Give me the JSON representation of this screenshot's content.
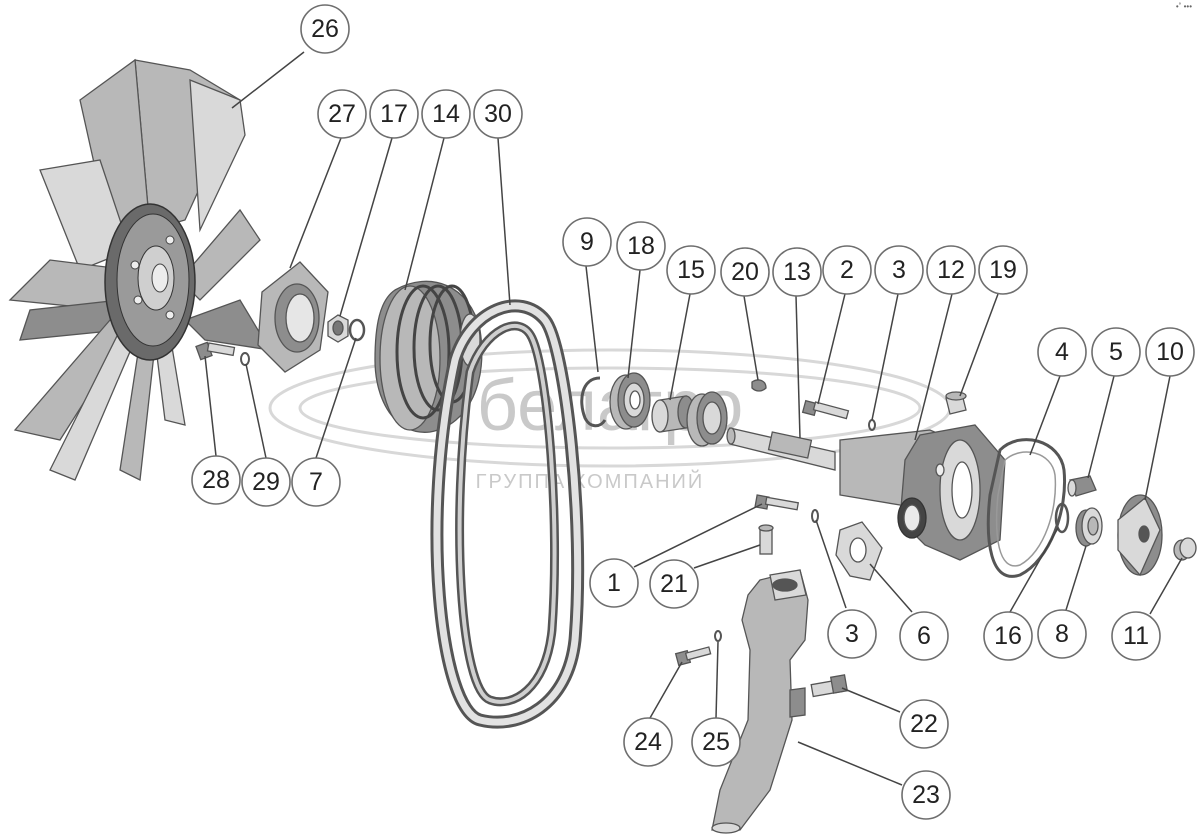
{
  "watermark": {
    "brand": "белагро",
    "subtitle": "ГРУППА КОМПАНИЙ"
  },
  "corner_mark": "•˚ •••",
  "callouts": [
    {
      "id": "c26",
      "label": "26"
    },
    {
      "id": "c27",
      "label": "27"
    },
    {
      "id": "c17",
      "label": "17"
    },
    {
      "id": "c14",
      "label": "14"
    },
    {
      "id": "c30",
      "label": "30"
    },
    {
      "id": "c9",
      "label": "9"
    },
    {
      "id": "c18",
      "label": "18"
    },
    {
      "id": "c15",
      "label": "15"
    },
    {
      "id": "c20",
      "label": "20"
    },
    {
      "id": "c13",
      "label": "13"
    },
    {
      "id": "c2",
      "label": "2"
    },
    {
      "id": "c3a",
      "label": "3"
    },
    {
      "id": "c12",
      "label": "12"
    },
    {
      "id": "c19",
      "label": "19"
    },
    {
      "id": "c4",
      "label": "4"
    },
    {
      "id": "c5",
      "label": "5"
    },
    {
      "id": "c10",
      "label": "10"
    },
    {
      "id": "c28",
      "label": "28"
    },
    {
      "id": "c29",
      "label": "29"
    },
    {
      "id": "c7",
      "label": "7"
    },
    {
      "id": "c1",
      "label": "1"
    },
    {
      "id": "c21",
      "label": "21"
    },
    {
      "id": "c3b",
      "label": "3"
    },
    {
      "id": "c6",
      "label": "6"
    },
    {
      "id": "c16",
      "label": "16"
    },
    {
      "id": "c8",
      "label": "8"
    },
    {
      "id": "c11",
      "label": "11"
    },
    {
      "id": "c22",
      "label": "22"
    },
    {
      "id": "c24",
      "label": "24"
    },
    {
      "id": "c25",
      "label": "25"
    },
    {
      "id": "c23",
      "label": "23"
    }
  ]
}
